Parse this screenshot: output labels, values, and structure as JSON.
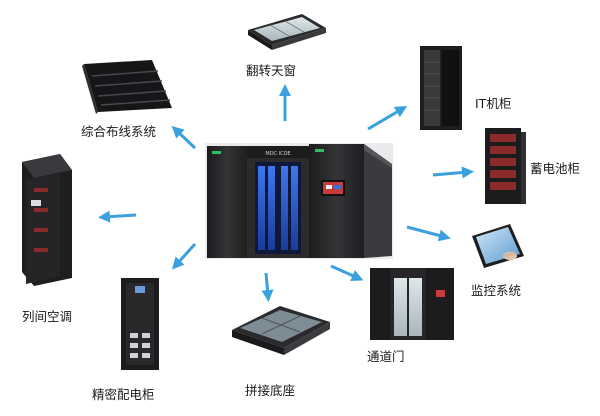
{
  "diagram": {
    "components": {
      "fanzhuan_tianchuang": "翻转天窗",
      "it_jigui": "IT机柜",
      "zonghe_buxian": "综合布线系统",
      "xudianchi_gui": "蓄电池柜",
      "jiankong_xitong": "监控系统",
      "liejian_kongtiao": "列间空调",
      "tongdao_men": "通道门",
      "jingmi_peidian": "精密配电柜",
      "pinjie_dizuo": "拼接底座"
    },
    "colors": {
      "arrow": "#3aa0e0",
      "cabinet": "#2a2a2c",
      "led_blue": "#2f63d8"
    },
    "center_badge": "MDC·ICDE"
  }
}
